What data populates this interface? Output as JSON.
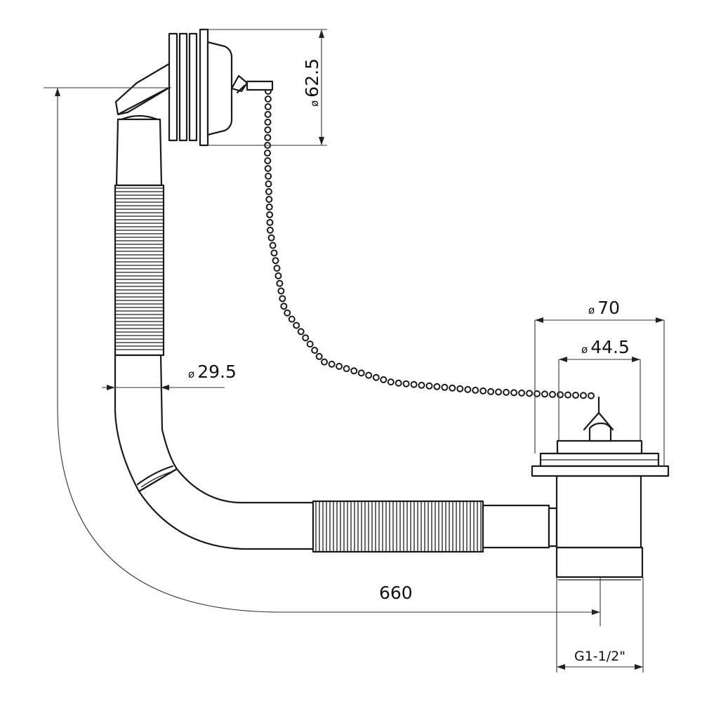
{
  "diagram": {
    "dimensions": {
      "overflow_diameter": {
        "symbol": "ø",
        "value": "62.5"
      },
      "flange_diameter": {
        "symbol": "ø",
        "value": "70"
      },
      "waste_diameter": {
        "symbol": "ø",
        "value": "44.5"
      },
      "hose_diameter": {
        "symbol": "ø",
        "value": "29.5"
      },
      "total_length": {
        "value": "660"
      },
      "thread": {
        "value": "G1-1/2\""
      }
    },
    "colors": {
      "line": "#1a1a1a",
      "background": "#ffffff"
    }
  }
}
